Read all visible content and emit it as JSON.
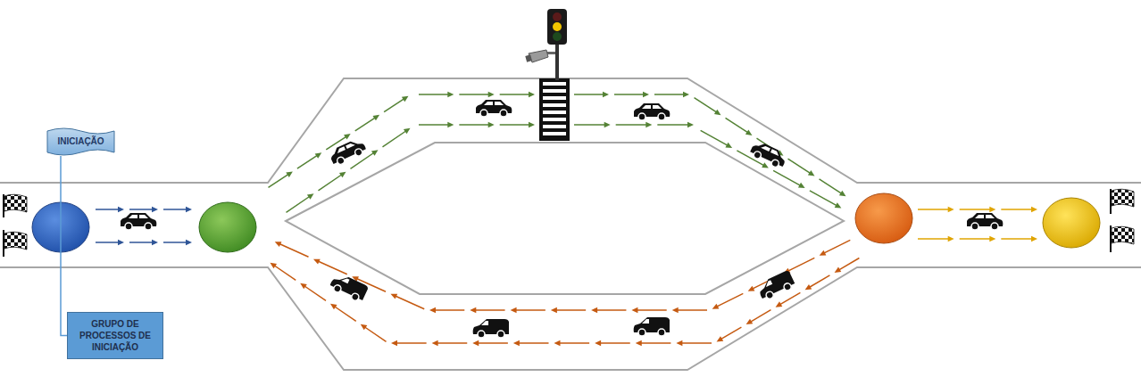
{
  "diagram": {
    "nodes": [
      {
        "text": [
          "INICIAÇÃO"
        ]
      },
      {
        "text": [
          "GRUPO DE PROCESSOS DE INICIAÇÃO"
        ]
      }
    ],
    "edges": [
      {
        "from": 0,
        "to": 1,
        "arrow": "none"
      }
    ]
  }
}
